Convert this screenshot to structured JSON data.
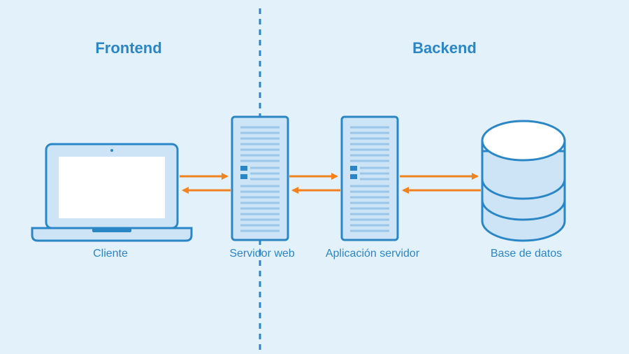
{
  "sections": {
    "frontend": "Frontend",
    "backend": "Backend"
  },
  "nodes": {
    "client": "Cliente",
    "web_server": "Servidor web",
    "app_server": "Aplicación servidor",
    "database": "Base de datos"
  },
  "colors": {
    "background": "#e3f1fb",
    "primary": "#2b86c6",
    "light_fill": "#cde4f6",
    "arrow": "#f0831f",
    "white": "#ffffff"
  }
}
